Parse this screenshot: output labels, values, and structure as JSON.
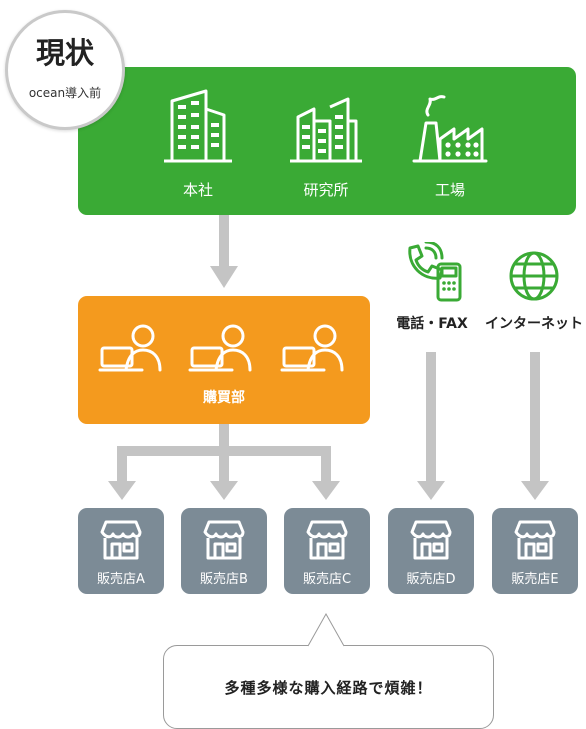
{
  "badge": {
    "title": "現状",
    "subtitle": "ocean導入前"
  },
  "hq": {
    "items": [
      {
        "label": "本社"
      },
      {
        "label": "研究所"
      },
      {
        "label": "工場"
      }
    ]
  },
  "purchasing": {
    "label": "購買部"
  },
  "channels": [
    {
      "label": "電話・FAX"
    },
    {
      "label": "インターネット"
    }
  ],
  "shops": [
    {
      "label": "販売店A"
    },
    {
      "label": "販売店B"
    },
    {
      "label": "販売店C"
    },
    {
      "label": "販売店D"
    },
    {
      "label": "販売店E"
    }
  ],
  "bubble": {
    "text": "多種多様な購入経路で煩雑！"
  },
  "colors": {
    "hq": "#3aaa35",
    "purchasing": "#f49a1e",
    "shop": "#7c8b96",
    "arrow": "#c4c4c4",
    "icon_green": "#3aaa35"
  }
}
